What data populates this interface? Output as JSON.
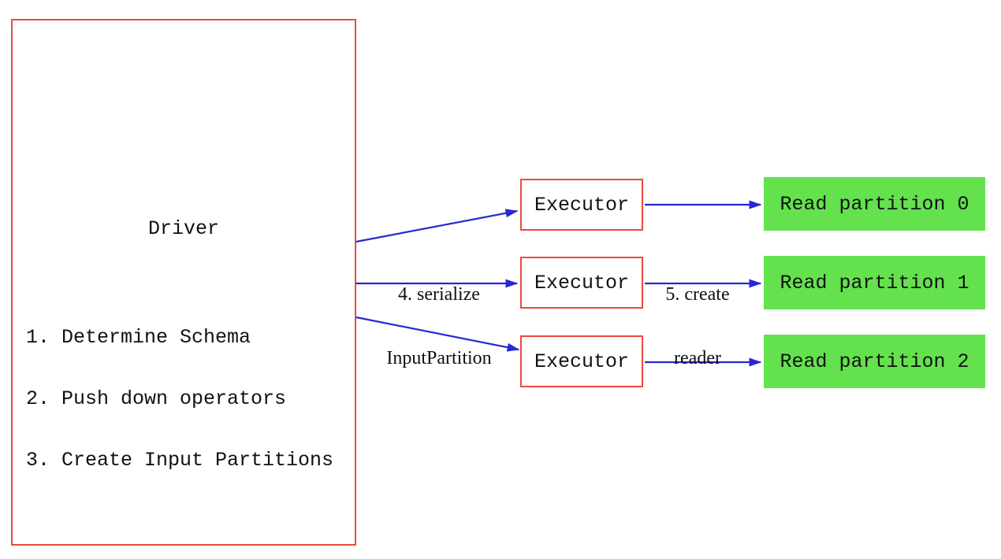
{
  "diagram": {
    "driver": {
      "title": "Driver",
      "steps": [
        "1. Determine Schema",
        "2. Push down operators",
        "3. Create Input Partitions"
      ]
    },
    "executors": [
      {
        "label": "Executor"
      },
      {
        "label": "Executor"
      },
      {
        "label": "Executor"
      }
    ],
    "partitions": [
      {
        "label": "Read partition 0"
      },
      {
        "label": "Read partition 1"
      },
      {
        "label": "Read partition 2"
      }
    ],
    "edge_labels": {
      "serialize_line1": "4. serialize",
      "serialize_line2": "InputPartition",
      "reader_line1": "5. create",
      "reader_line2": "reader"
    },
    "edges": [
      {
        "from": "driver",
        "to": "executor-0"
      },
      {
        "from": "driver",
        "to": "executor-1",
        "label": "4. serialize InputPartition"
      },
      {
        "from": "driver",
        "to": "executor-2"
      },
      {
        "from": "executor-0",
        "to": "partition-0"
      },
      {
        "from": "executor-1",
        "to": "partition-1",
        "label": "5. create reader"
      },
      {
        "from": "executor-2",
        "to": "partition-2"
      }
    ]
  },
  "colors": {
    "red_border": "#e84b3c",
    "green_fill": "#63e24e",
    "blue_arrow": "#2828d2",
    "text": "#111111"
  }
}
